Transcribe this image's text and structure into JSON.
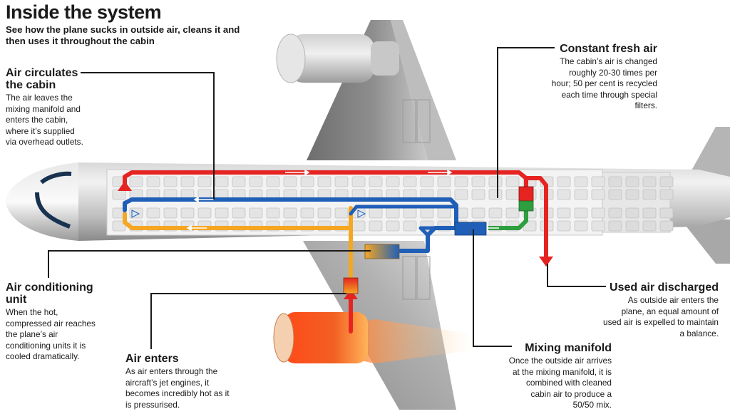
{
  "header": {
    "title": "Inside the system",
    "subtitle": "See how the plane sucks in outside air, cleans it and then uses it throughout the cabin"
  },
  "callouts": {
    "air_circulates": {
      "heading": "Air circulates the cabin",
      "body": "The air leaves the mixing manifold and enters the cabin, where it’s supplied via overhead outlets."
    },
    "constant_fresh": {
      "heading": "Constant fresh air",
      "body": "The cabin’s air is changed roughly 20-30 times per hour; 50 per cent is recycled each time through special filters."
    },
    "air_conditioning": {
      "heading": "Air conditioning unit",
      "body": "When the hot, compressed air reaches the plane’s air conditioning units it is cooled dramatically."
    },
    "used_air": {
      "heading": "Used air discharged",
      "body": "As outside air enters the plane, an equal amount of used air is expelled to maintain a balance."
    },
    "air_enters": {
      "heading": "Air enters",
      "body": "As air enters through the aircraft’s jet engines, it becomes incredibly hot as it is pressurised."
    },
    "mixing_manifold": {
      "heading": "Mixing manifold",
      "body": "Once the outside air arrives at the mixing manifold, it is combined with cleaned cabin air to produce a 50/50 mix."
    }
  },
  "colors": {
    "hot_air": "#e52421",
    "conditioned_air": "#f5a623",
    "recycled_air": "#1f5fb8",
    "filtered_air": "#2e9e3e",
    "leader_line": "#1a1a1a"
  }
}
